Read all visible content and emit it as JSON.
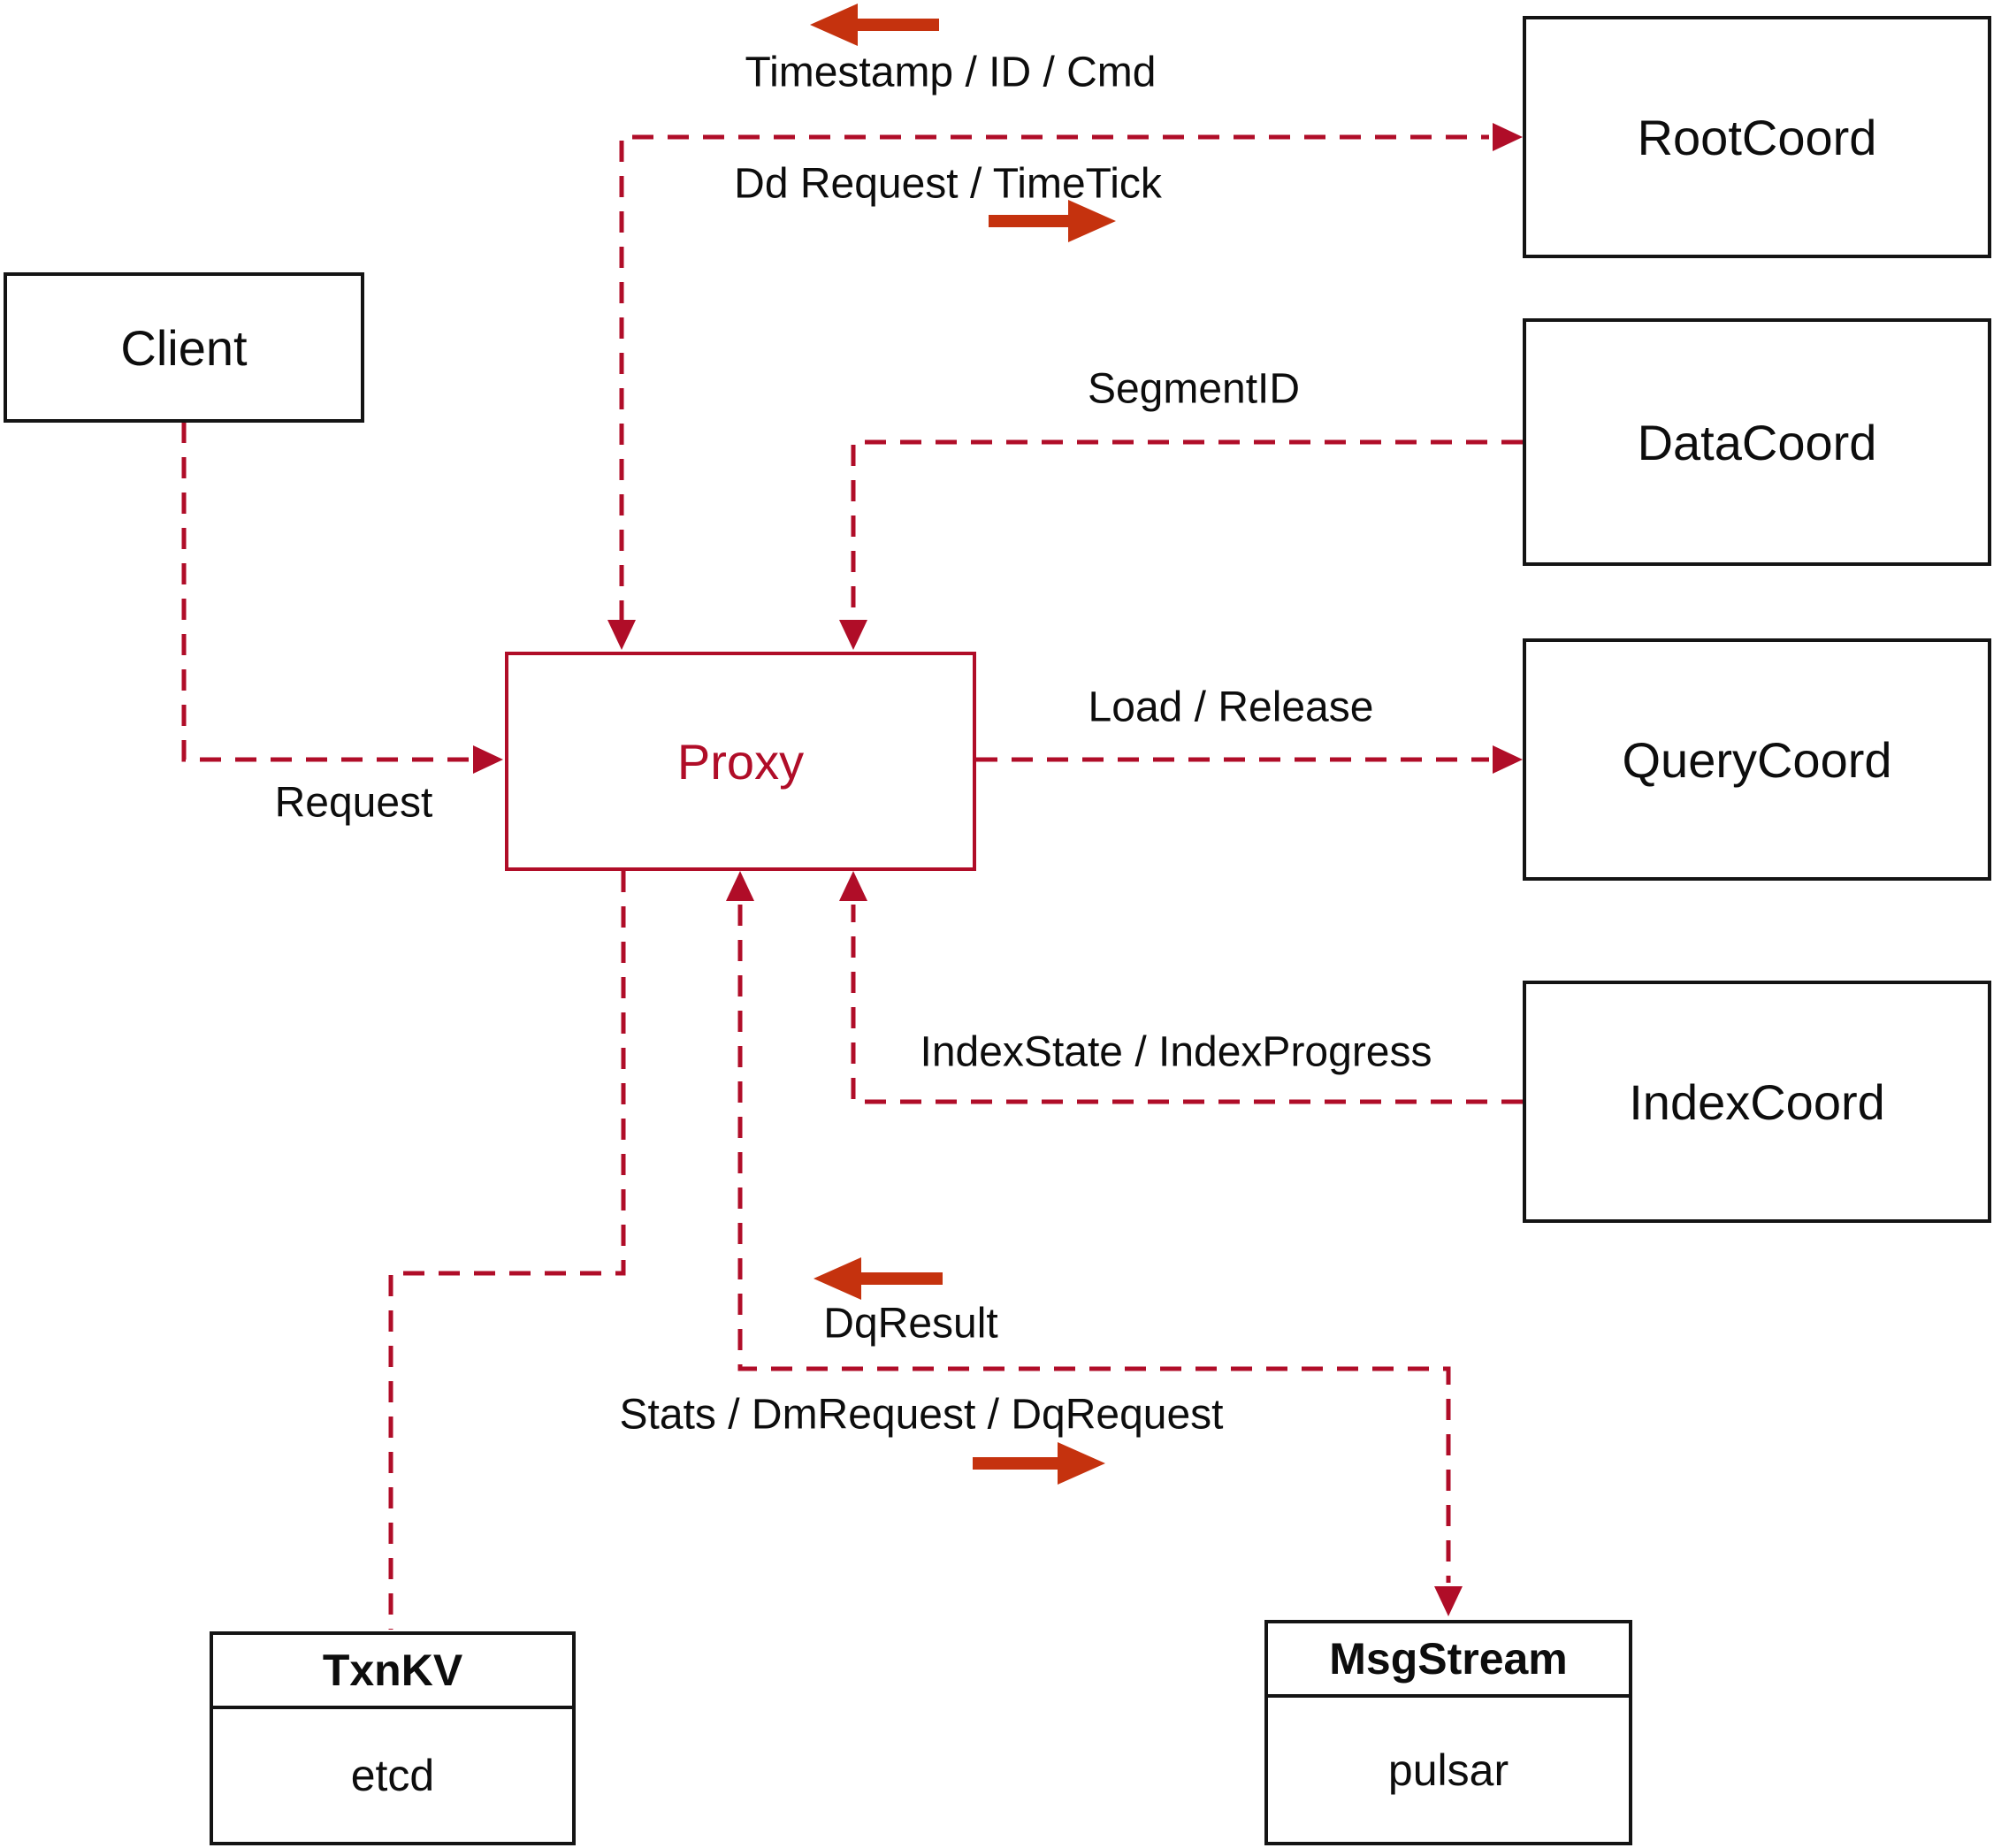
{
  "colors": {
    "background": "#ffffff",
    "line_red": "#b00d28",
    "arrow_red": "#c5320e",
    "border_black": "#141414",
    "text_black": "#0d0d0d"
  },
  "nodes": {
    "client": {
      "label": "Client"
    },
    "proxy": {
      "label": "Proxy"
    },
    "root_coord": {
      "label": "RootCoord"
    },
    "data_coord": {
      "label": "DataCoord"
    },
    "query_coord": {
      "label": "QueryCoord"
    },
    "index_coord": {
      "label": "IndexCoord"
    }
  },
  "stores": {
    "txnkv": {
      "title": "TxnKV",
      "impl": "etcd"
    },
    "msgstream": {
      "title": "MsgStream",
      "impl": "pulsar"
    }
  },
  "edges": {
    "timestamp_cmd": "Timestamp / ID / Cmd",
    "dd_request_timetick": "Dd Request / TimeTick",
    "segment_id": "SegmentID",
    "request": "Request",
    "load_release": "Load / Release",
    "index_state_progress": "IndexState / IndexProgress",
    "dq_result": "DqResult",
    "stats_dm_dq_request": "Stats / DmRequest / DqRequest"
  }
}
